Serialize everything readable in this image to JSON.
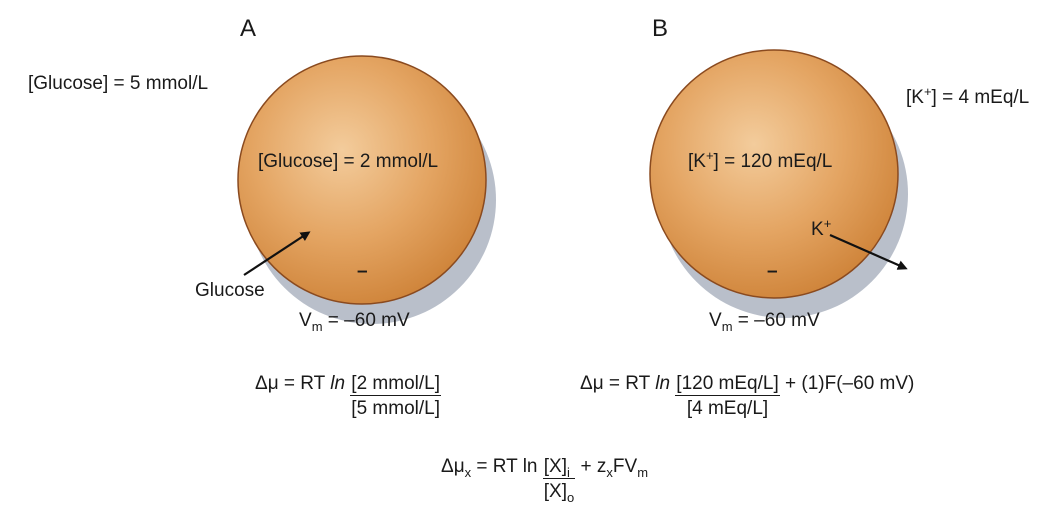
{
  "panel_a": {
    "label": "A",
    "outside_conc": "[Glucose] = 5 mmol/L",
    "inside_conc": "[Glucose] = 2 mmol/L",
    "arrow_label": "Glucose",
    "charge": "–",
    "vm_symbol": "V",
    "vm_sub": "m",
    "vm_value": " = –60 mV",
    "eq_lhs": "Δμ = RT ",
    "eq_ln": "ln",
    "eq_num": "[2 mmol/L]",
    "eq_den": "[5 mmol/L]"
  },
  "panel_b": {
    "label": "B",
    "outside_conc_pre": "[K",
    "outside_conc_sup": "+",
    "outside_conc_post": "] = 4 mEq/L",
    "inside_conc_pre": "[K",
    "inside_conc_sup": "+",
    "inside_conc_post": "] = 120 mEq/L",
    "arrow_label": "K",
    "arrow_label_sup": "+",
    "charge": "–",
    "vm_symbol": "V",
    "vm_sub": "m",
    "vm_value": " = –60 mV",
    "eq_lhs": "Δμ = RT ",
    "eq_ln": "ln",
    "eq_num": "[120 mEq/L]",
    "eq_den": "[4 mEq/L]",
    "eq_tail": " + (1)F(–60 mV)"
  },
  "general_eq": {
    "lhs_sym": "Δμ",
    "lhs_sub": "x",
    "mid": " = RT ln ",
    "num": "[X]",
    "num_sub": "i",
    "den": "[X]",
    "den_sub": "o",
    "tail_1": " + z",
    "tail_sub": "x",
    "tail_2": "FV",
    "tail_sub2": "m"
  },
  "colors": {
    "cell_fill_center": "#f1c48e",
    "cell_fill_edge": "#d38a3f",
    "cell_stroke": "#8a4a1f",
    "shadow": "#b9bfca"
  }
}
